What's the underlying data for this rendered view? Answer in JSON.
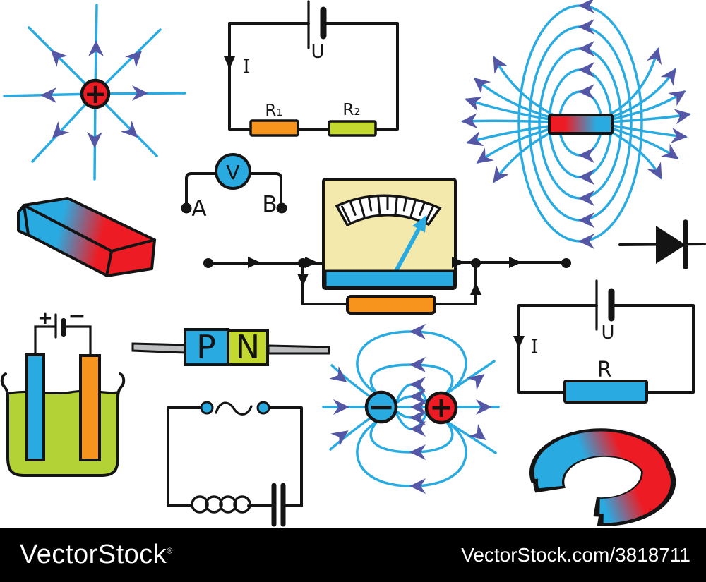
{
  "palette": {
    "field_line_cyan": "#29ABE2",
    "arrow_purple": "#5456A6",
    "charge_red": "#ED1C24",
    "resistor_orange": "#F7941D",
    "resistor_lime": "#C4D92F",
    "liquid_green": "#B2D235",
    "meter_cream": "#F4E9AC",
    "outline_black": "#141414",
    "lead_gray": "#BDBEC0",
    "background": "#FFFFFF",
    "watermark_bar": "#000000",
    "watermark_text": "#FFFFFF"
  },
  "diagrams": {
    "point_charge": {
      "sign": "+"
    },
    "series_circuit": {
      "voltage": "U",
      "current": "I",
      "resistor1": "R₁",
      "resistor2": "R₂"
    },
    "voltmeter": {
      "meter": "V",
      "terminal_a": "A",
      "terminal_b": "B"
    },
    "electrolysis": {
      "positive": "+",
      "negative": "−"
    },
    "pn_junction": {
      "p": "P",
      "n": "N"
    },
    "dipole": {
      "negative": "−",
      "positive": "+"
    },
    "r_circuit": {
      "voltage": "U",
      "current": "I",
      "resistor": "R"
    }
  },
  "watermark": {
    "brand": "VectorStock",
    "registered": "®",
    "url": "VectorStock.com/3818711"
  }
}
